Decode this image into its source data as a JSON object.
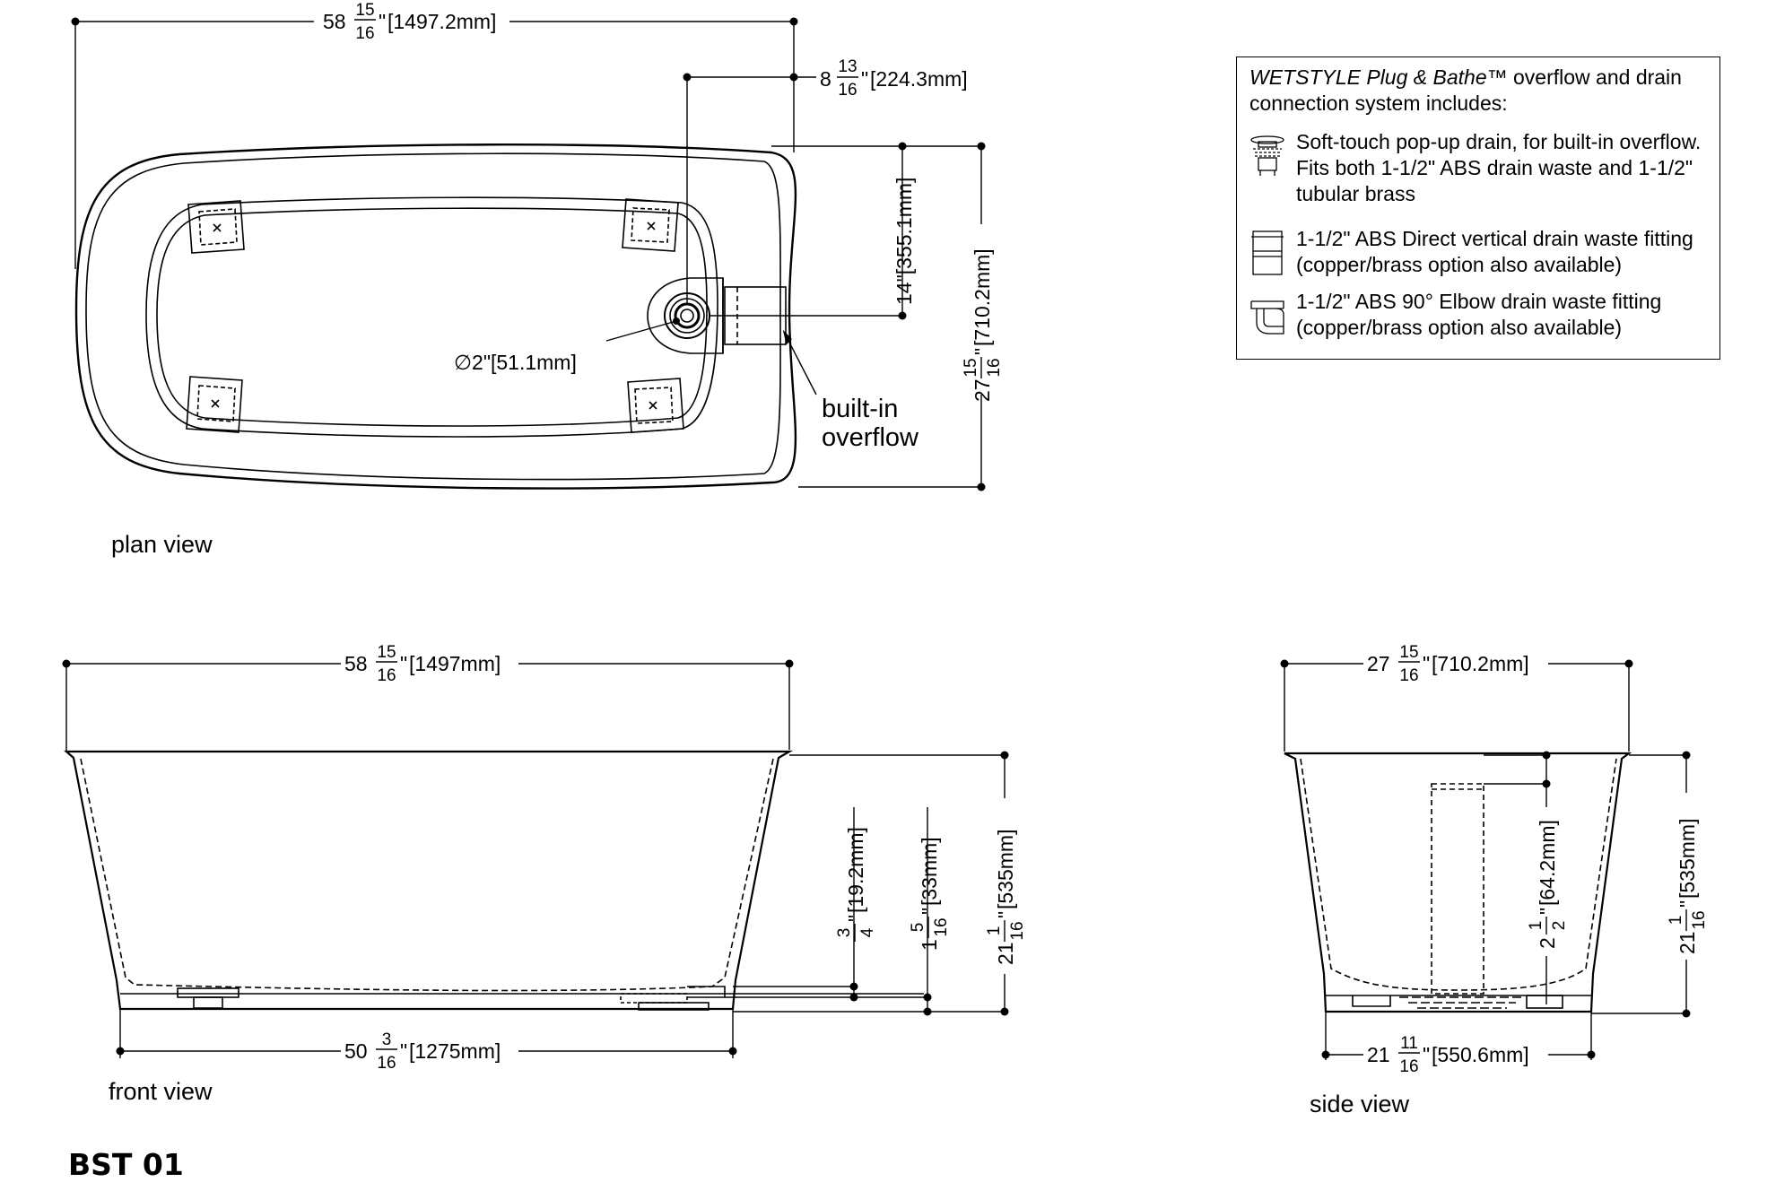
{
  "title": "BST 01",
  "views": {
    "plan": "plan view",
    "front": "front view",
    "side": "side view"
  },
  "callouts": {
    "overflow_line1": "built-in",
    "overflow_line2": "overflow",
    "drain_dia": "∅2\"[51.1mm]"
  },
  "dimensions": {
    "plan_width": {
      "whole": "58",
      "num": "15",
      "den": "16",
      "metric": "[1497.2mm]"
    },
    "plan_drain_offset": {
      "whole": "8",
      "num": "13",
      "den": "16",
      "metric": "[224.3mm]"
    },
    "plan_drain_depth": {
      "text": "14\"[355.1mm]"
    },
    "plan_depth": {
      "whole": "27",
      "num": "15",
      "den": "16",
      "metric": "[710.2mm]"
    },
    "front_width": {
      "whole": "58",
      "num": "15",
      "den": "16",
      "metric": "[1497mm]"
    },
    "front_base": {
      "whole": "50",
      "num": "3",
      "den": "16",
      "metric": "[1275mm]"
    },
    "front_h_small": {
      "whole": "",
      "num": "3",
      "den": "4",
      "metric": "[19.2mm]"
    },
    "front_h_mid": {
      "whole": "1",
      "num": "5",
      "den": "16",
      "metric": "[33mm]"
    },
    "front_height": {
      "whole": "21",
      "num": "1",
      "den": "16",
      "metric": "[535mm]"
    },
    "side_width": {
      "whole": "27",
      "num": "15",
      "den": "16",
      "metric": "[710.2mm]"
    },
    "side_base": {
      "whole": "21",
      "num": "11",
      "den": "16",
      "metric": "[550.6mm]"
    },
    "side_overflow": {
      "whole": "2",
      "num": "1",
      "den": "2",
      "metric": "[64.2mm]"
    },
    "side_height": {
      "whole": "21",
      "num": "1",
      "den": "16",
      "metric": "[535mm]"
    }
  },
  "legend": {
    "intro_italic": "WETSTYLE Plug & Bathe",
    "intro_rest": "™ overflow  and drain connection system includes:",
    "items": [
      {
        "icon": "popup-drain-icon",
        "text": "Soft-touch pop-up drain, for built-in overflow. Fits both 1-1/2\" ABS drain waste and 1-1/2\" tubular brass"
      },
      {
        "icon": "vertical-fitting-icon",
        "text": "1-1/2\" ABS Direct vertical drain waste fitting (copper/brass option also available)"
      },
      {
        "icon": "elbow-fitting-icon",
        "text": "1-1/2\" ABS 90° Elbow drain waste fitting (copper/brass option also available)"
      }
    ]
  }
}
